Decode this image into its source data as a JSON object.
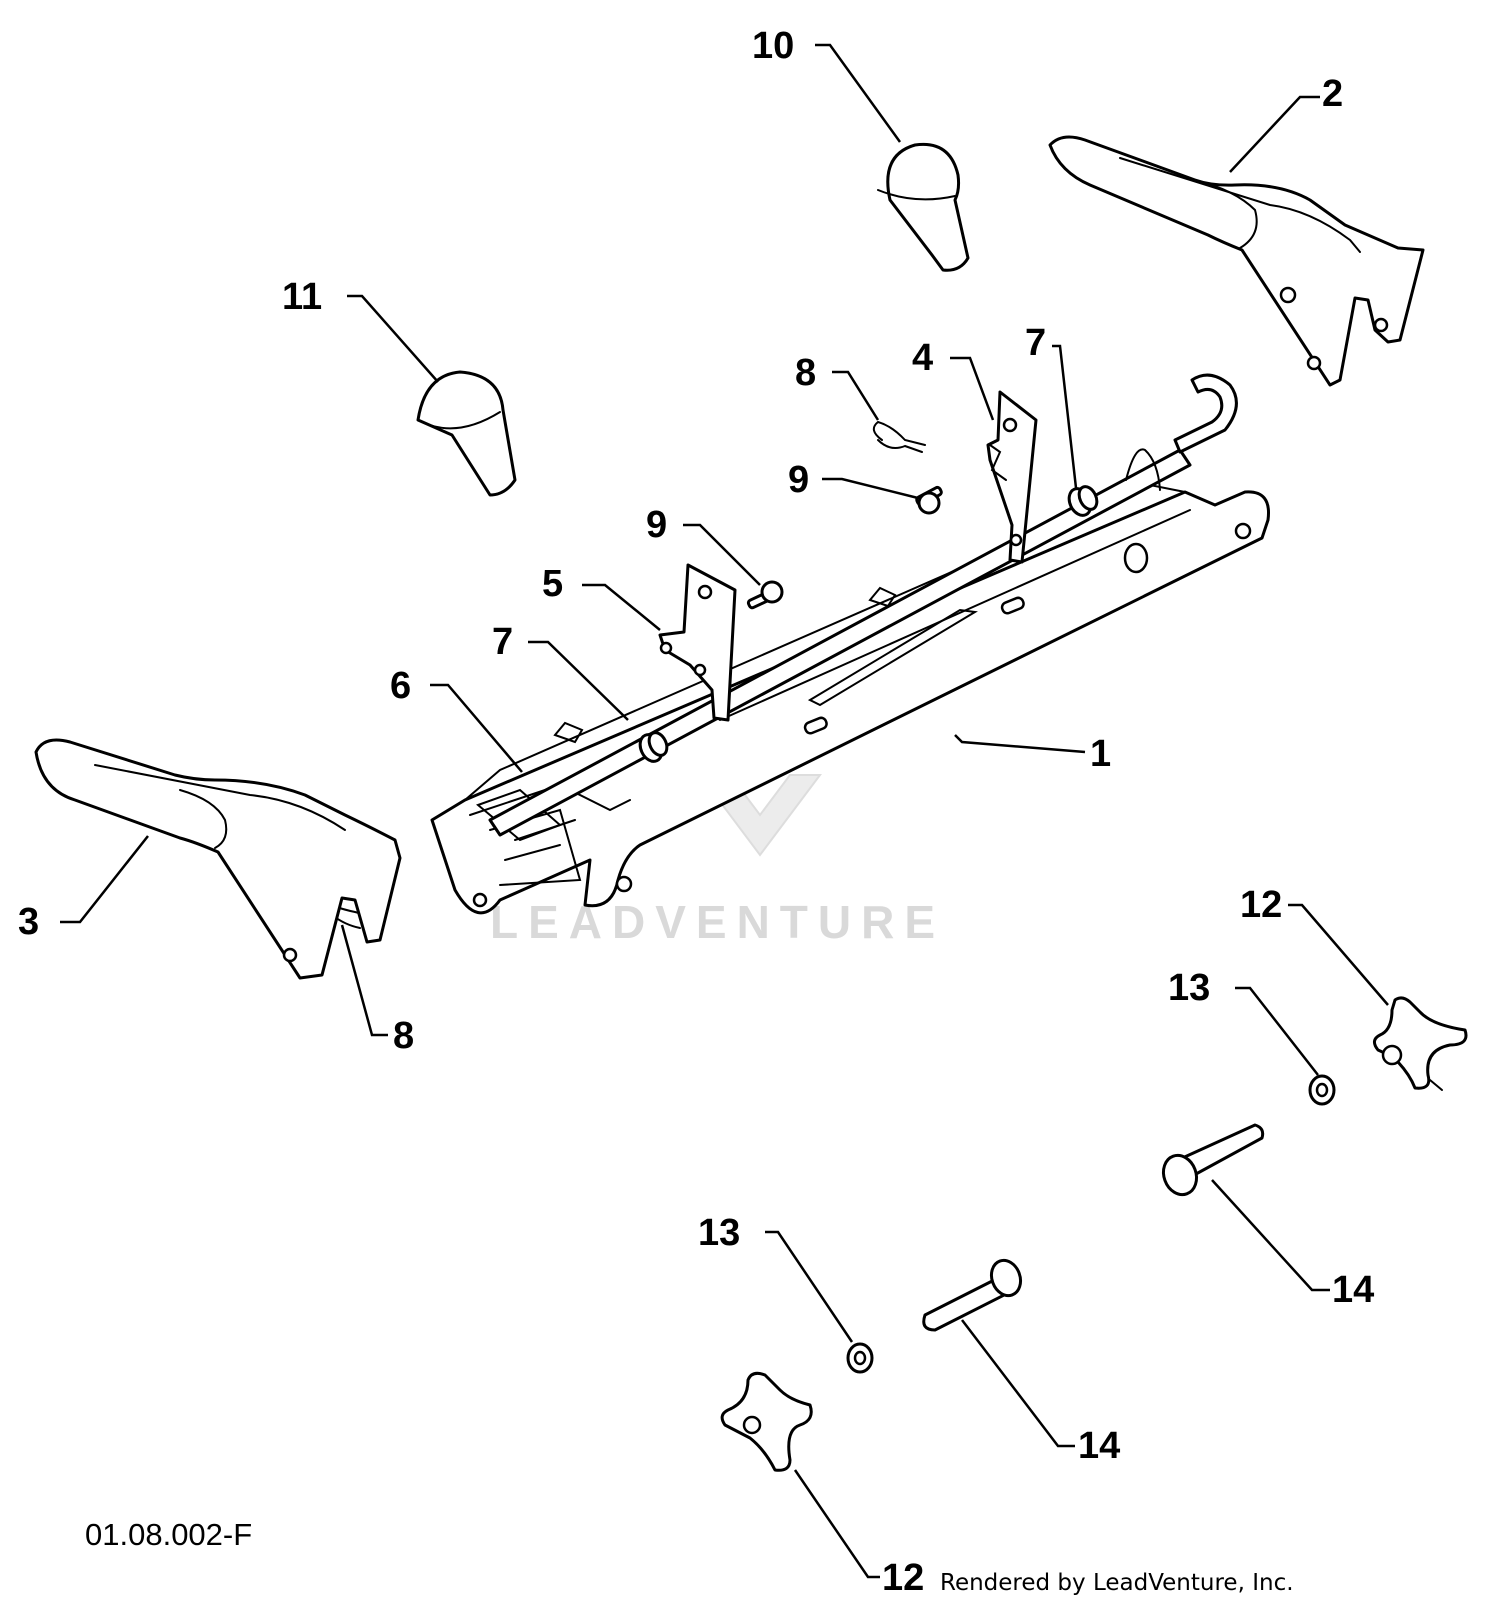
{
  "callouts": {
    "c1": "1",
    "c2": "2",
    "c3": "3",
    "c4": "4",
    "c5": "5",
    "c6": "6",
    "c7a": "7",
    "c7b": "7",
    "c8a": "8",
    "c8b": "8",
    "c9a": "9",
    "c9b": "9",
    "c10": "10",
    "c11": "11",
    "c12a": "12",
    "c12b": "12",
    "c13a": "13",
    "c13b": "13",
    "c14a": "14",
    "c14b": "14"
  },
  "figure_code": "01.08.002-F",
  "credit": "Rendered by LeadVenture, Inc.",
  "watermark": "LEADVENTURE",
  "colors": {
    "line": "#000000",
    "background": "#ffffff",
    "watermark": "#d9d9d9"
  }
}
